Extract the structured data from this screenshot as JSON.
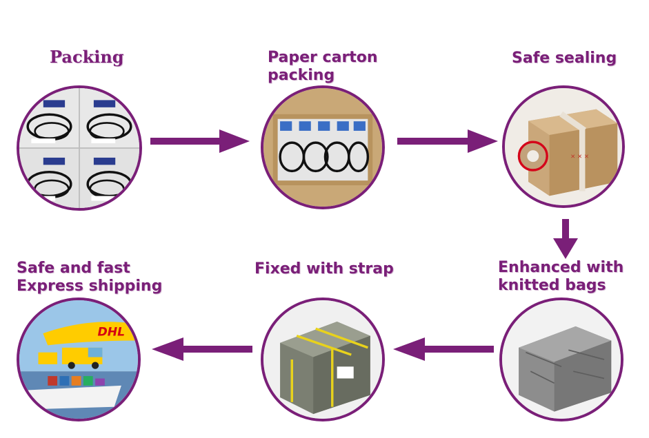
{
  "steps": [
    {
      "id": "packing",
      "label": "Packing",
      "image": "cables-in-bags"
    },
    {
      "id": "paper-carton",
      "label_line1": "Paper carton",
      "label_line2": "packing",
      "image": "cables-in-carton"
    },
    {
      "id": "safe-sealing",
      "label": "Safe sealing",
      "image": "taped-cardboard-box"
    },
    {
      "id": "knitted-bags",
      "label_line1": "Enhanced with",
      "label_line2": "knitted bags",
      "image": "box-in-woven-bag"
    },
    {
      "id": "strap",
      "label": "Fixed with strap",
      "image": "strapped-package"
    },
    {
      "id": "shipping",
      "label_line1": "Safe and fast",
      "label_line2": "Express shipping",
      "image": "dhl-plane-van-ship"
    }
  ],
  "colors": {
    "accent": "#7a1f78",
    "dhl_yellow": "#ffcc00",
    "dhl_red": "#d40511"
  }
}
